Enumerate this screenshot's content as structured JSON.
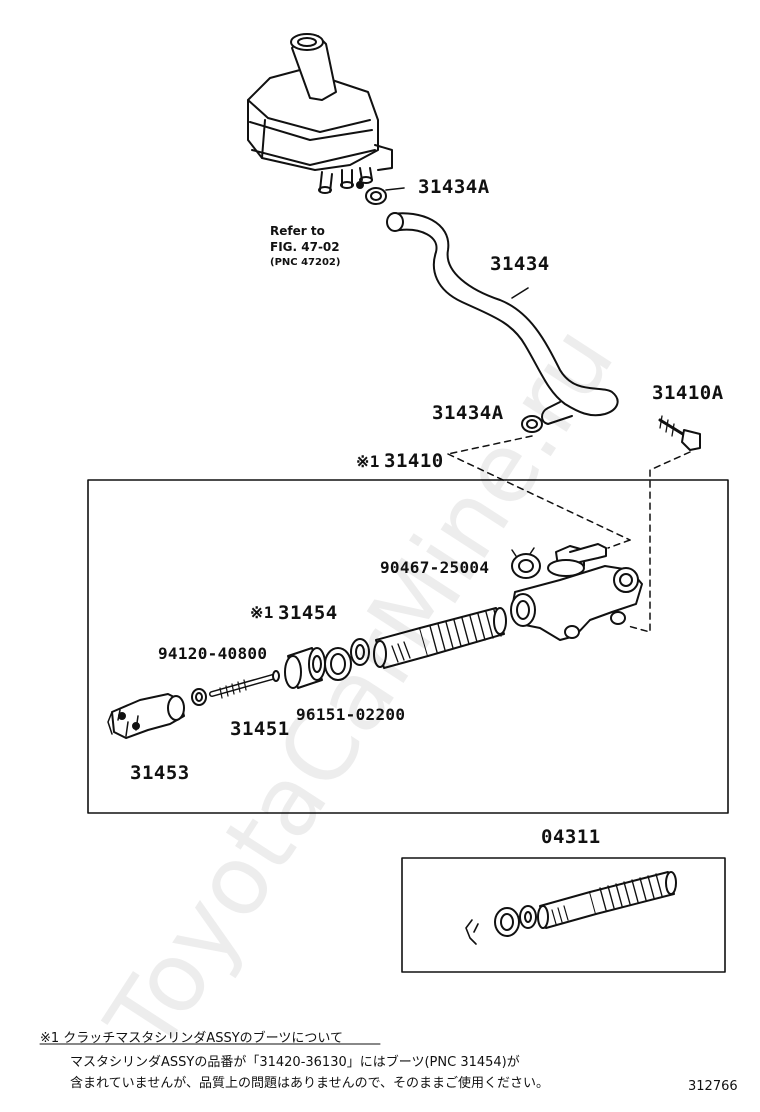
{
  "labels": {
    "p31434a_top": "31434A",
    "p31434": "31434",
    "p31434a_mid": "31434A",
    "p31410a": "31410A",
    "assy_mark": "※1",
    "p31410": "31410",
    "p90467": "90467-25004",
    "sub_mark": "※1",
    "p31454": "31454",
    "p94120": "94120-40800",
    "p96151": "96151-02200",
    "p31451": "31451",
    "p31453": "31453",
    "p04311": "04311"
  },
  "refer": {
    "line1": "Refer to",
    "line2": "FIG. 47-02",
    "line3": "(PNC 47202)"
  },
  "note": {
    "heading": "※1 クラッチマスタシリンダASSYのブーツについて",
    "line1": "マスタシリンダASSYの品番が「31420-36130」にはブーツ(PNC 31454)が",
    "line2": "含まれていませんが、品質上の問題はありませんので、そのままご使用ください。"
  },
  "figure_number": "312766",
  "watermark": "ToyotaCarMine.ru"
}
